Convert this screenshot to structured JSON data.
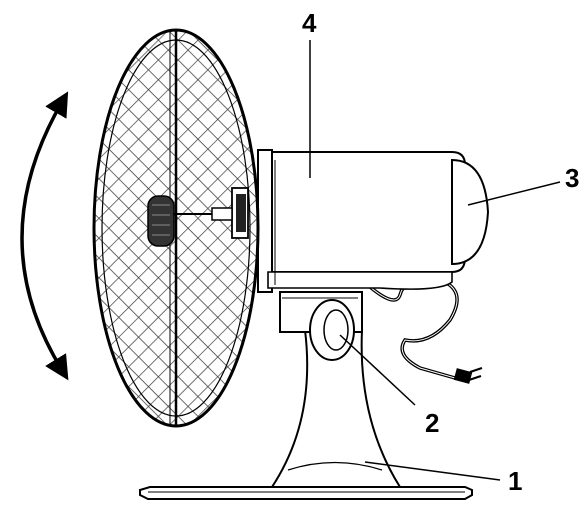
{
  "diagram": {
    "subject": "desk-fan-side-view",
    "callouts": [
      {
        "id": "base",
        "label": "1"
      },
      {
        "id": "neck",
        "label": "2"
      },
      {
        "id": "rear-cover",
        "label": "3"
      },
      {
        "id": "motor-housing",
        "label": "4"
      }
    ],
    "oscillation_indicator": "double-headed-curved-arrow"
  },
  "colors": {
    "line": "#000000",
    "background": "#ffffff",
    "grille": "#3a3a3a"
  }
}
